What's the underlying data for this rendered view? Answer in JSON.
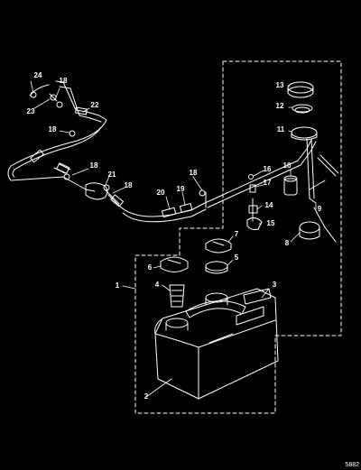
{
  "diagram": {
    "figure_number": "5882",
    "callouts": [
      "1",
      "2",
      "3",
      "4",
      "5",
      "6",
      "7",
      "8",
      "9",
      "10",
      "11",
      "12",
      "13",
      "14",
      "15",
      "16",
      "17",
      "18",
      "18",
      "18",
      "18",
      "18",
      "19",
      "20",
      "21",
      "22",
      "23",
      "24"
    ]
  },
  "colors": {
    "background": "#000000",
    "ink": "#ffffff"
  }
}
